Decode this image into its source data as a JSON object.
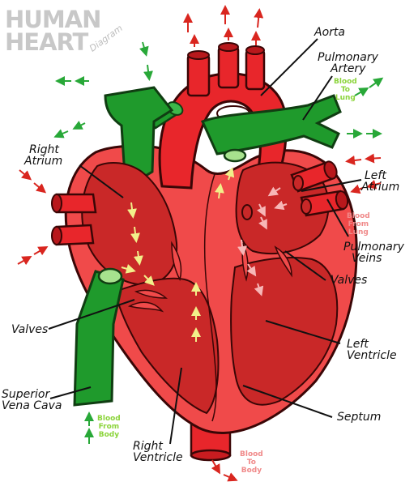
{
  "title": {
    "line1": "HUMAN",
    "line2": "HEART",
    "sub": "Diagram"
  },
  "labels": {
    "aorta": "Aorta",
    "pulmonary_artery_1": "Pulmonary",
    "pulmonary_artery_2": "Artery",
    "right_atrium_1": "Right",
    "right_atrium_2": "Atrium",
    "left_atrium_1": "Left",
    "left_atrium_2": "Atrium",
    "pulmonary_veins_1": "Pulmonary",
    "pulmonary_veins_2": "Veins",
    "valves_right": "Valves",
    "valves_left": "Valves",
    "left_ventricle_1": "Left",
    "left_ventricle_2": "Ventricle",
    "superior_vena_cava_1": "Superior",
    "superior_vena_cava_2": "Vena Cava",
    "septum": "Septum",
    "right_ventricle_1": "Right",
    "right_ventricle_2": "Ventricle"
  },
  "flow": {
    "to_lung": [
      "Blood",
      "To",
      "Lung"
    ],
    "from_lung": [
      "Blood",
      "From",
      "Lung"
    ],
    "from_body": [
      "Blood",
      "From",
      "Body"
    ],
    "to_body": [
      "Blood",
      "To",
      "Body"
    ]
  },
  "colors": {
    "oxygenated": "#e8262b",
    "deoxygenated": "#1f9a2c",
    "chamber": "#cc2a2a",
    "wall": "#f04a4a",
    "outline": "#3a0606"
  }
}
